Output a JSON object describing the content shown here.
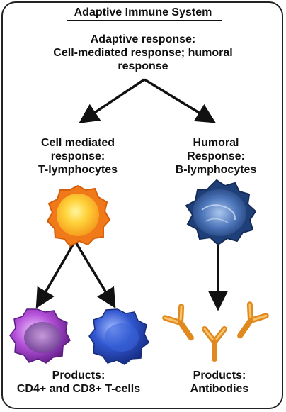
{
  "title": "Adaptive Immune System",
  "root": {
    "line1": "Adaptive response:",
    "line2": "Cell-mediated response; humoral",
    "line3": "response"
  },
  "left_branch": {
    "line1": "Cell mediated",
    "line2": "response:",
    "line3": "T-lymphocytes",
    "products_line1": "Products:",
    "products_line2": "CD4+ and CD8+ T-cells"
  },
  "right_branch": {
    "line1": "Humoral",
    "line2": "Response:",
    "line3": "B-lymphocytes",
    "products_line1": "Products:",
    "products_line2": "Antibodies"
  },
  "colors": {
    "t_cell": "#f07a1a",
    "t_cell_core": "#ffe04a",
    "b_cell": "#2c4f8c",
    "cd4_cell": "#8a2fb0",
    "cd8_cell": "#2650c8",
    "antibody": "#f0a040"
  },
  "icons": [
    "t-lymphocyte-icon",
    "b-lymphocyte-icon",
    "cd4-t-cell-icon",
    "cd8-t-cell-icon",
    "antibody-icon"
  ]
}
